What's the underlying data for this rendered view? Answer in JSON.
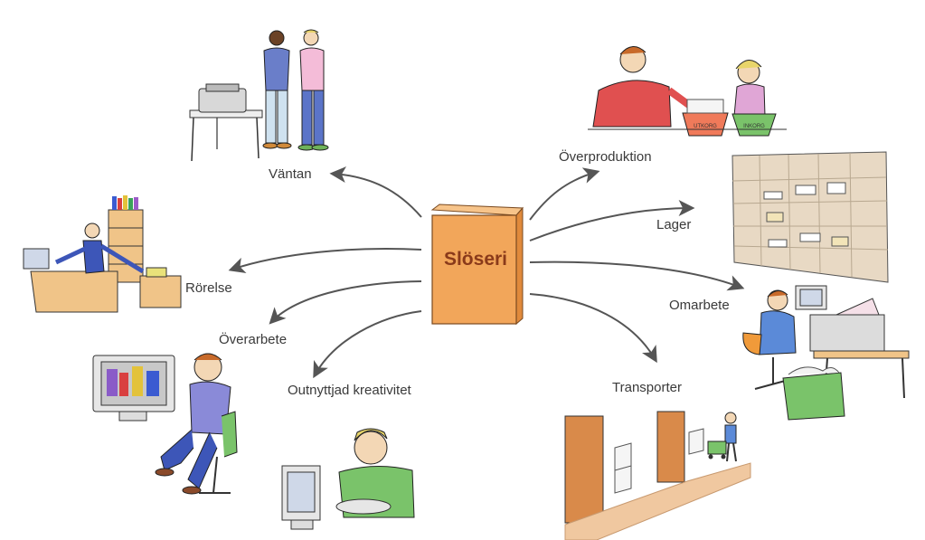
{
  "center": {
    "label": "Slöseri"
  },
  "wastes": {
    "vantan": "Väntan",
    "rorelse": "Rörelse",
    "overarbete": "Överarbete",
    "kreativitet": "Outnyttjad kreativitet",
    "overproduktion": "Överproduktion",
    "lager": "Lager",
    "omarbete": "Omarbete",
    "transporter": "Transporter"
  },
  "trays": {
    "out": "UTKORG",
    "in": "INKORG"
  },
  "colors": {
    "book_front": "#f2a65a",
    "book_spine": "#e08a3c",
    "title": "#8a3a1a",
    "arrow": "#555555",
    "label": "#3a3a3a",
    "shelf": "#e8d9c4",
    "desk": "#f0c488",
    "floor": "#f0c8a0",
    "door": "#d98a4a"
  }
}
